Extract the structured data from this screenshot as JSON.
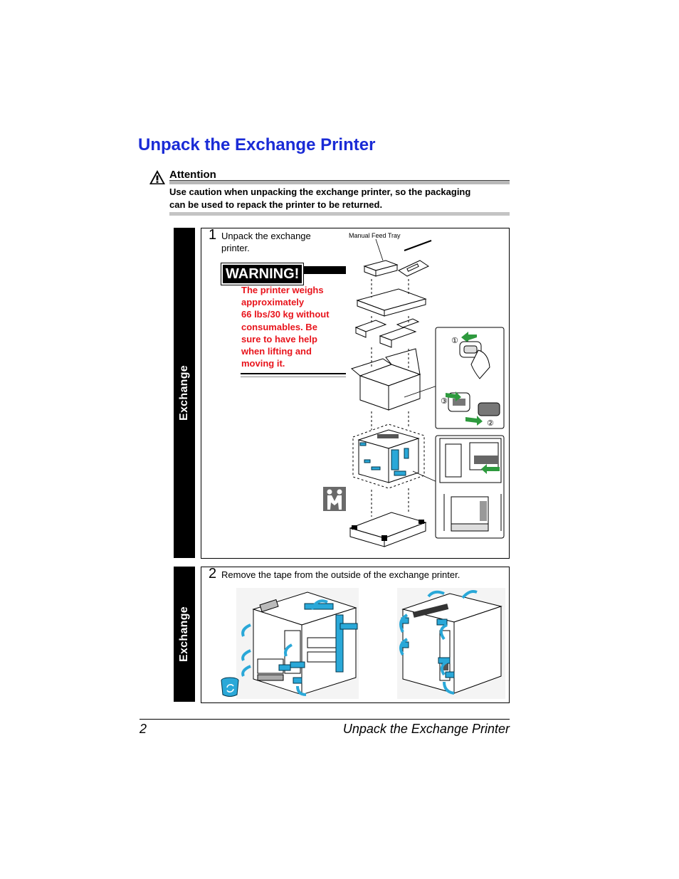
{
  "page": {
    "title": "Unpack the Exchange Printer"
  },
  "attention": {
    "heading": "Attention",
    "line1": "Use caution when unpacking the exchange printer, so the packaging",
    "line2": "can be used to repack the printer to be returned."
  },
  "steps": [
    {
      "tab": "Exchange",
      "number": "1",
      "text_line1": "Unpack the exchange",
      "text_line2": "printer.",
      "figure_label": "Manual Feed Tray",
      "callouts": [
        "①",
        "③",
        "②"
      ],
      "warning": {
        "label": "WARNING!",
        "lines": [
          "The printer weighs",
          "approximately",
          "66 lbs/30 kg without",
          "consumables. Be",
          "sure to have help",
          "when lifting and",
          "moving it."
        ]
      }
    },
    {
      "tab": "Exchange",
      "number": "2",
      "text": "Remove the tape from the outside of the exchange printer."
    }
  ],
  "footer": {
    "page_number": "2",
    "title": "Unpack the Exchange Printer"
  },
  "colors": {
    "title": "#1a2bd6",
    "warning_text": "#e8141c",
    "tape": "#2aa8d8",
    "arrow_green": "#2e9a3e"
  }
}
